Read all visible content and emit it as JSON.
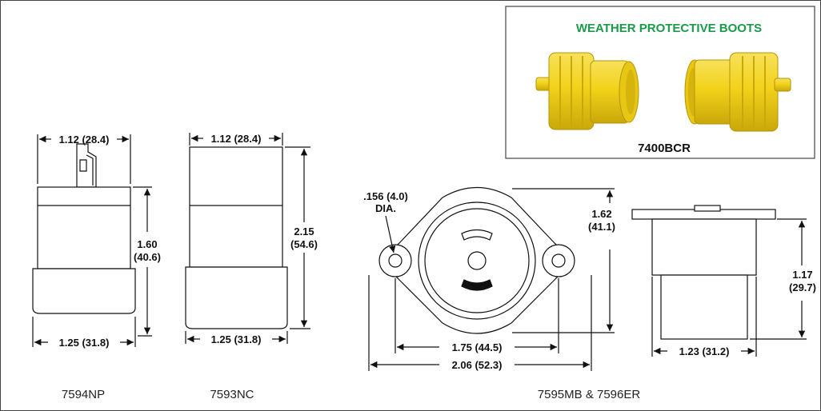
{
  "parts": {
    "np": {
      "caption": "7594NP",
      "width_top": "1.12 (28.4)",
      "height_in": "1.60",
      "height_mm": "(40.6)",
      "width_bottom": "1.25 (31.8)"
    },
    "nc": {
      "caption": "7593NC",
      "width_top": "1.12 (28.4)",
      "height_in": "2.15",
      "height_mm": "(54.6)",
      "width_bottom": "1.25 (31.8)"
    },
    "mb": {
      "caption": "7595MB & 7596ER",
      "hole_dia": ".156 (4.0)",
      "hole_dia_label": "DIA.",
      "height_in": "1.62",
      "height_mm": "(41.1)",
      "hole_spacing": "1.75 (44.5)",
      "overall_width": "2.06 (52.3)",
      "side_height_in": "1.17",
      "side_height_mm": "(29.7)",
      "side_width": "1.23 (31.2)"
    }
  },
  "boots": {
    "title": "WEATHER PROTECTIVE BOOTS",
    "code": "7400BCR",
    "color": "#f2d21a",
    "title_color": "#1a9a4a"
  }
}
